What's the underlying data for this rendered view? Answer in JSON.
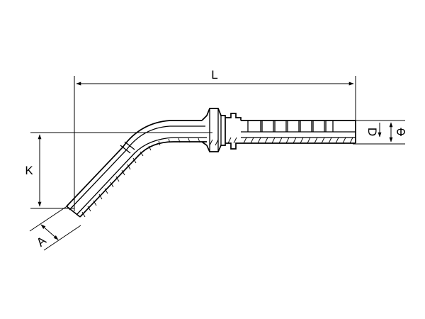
{
  "diagram": {
    "colors": {
      "line": "#000000",
      "background": "#ffffff"
    },
    "dimensions": {
      "L": "L",
      "K": "K",
      "A": "A",
      "D": "D",
      "phi": "Φ"
    }
  }
}
